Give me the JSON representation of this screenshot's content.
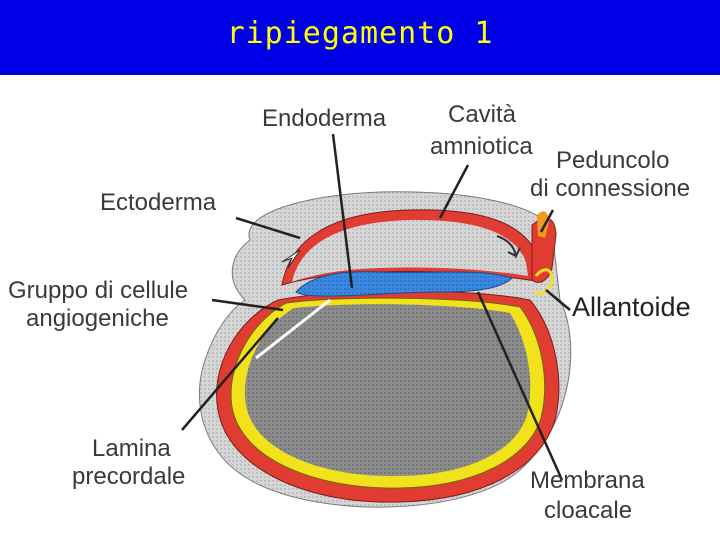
{
  "title": "ripiegamento 1",
  "labels": {
    "endoderma": "Endoderma",
    "cavita_1": "Cavità",
    "cavita_2": "amniotica",
    "peduncolo_1": "Peduncolo",
    "peduncolo_2": "di connessione",
    "ectoderma": "Ectoderma",
    "gruppo_1": "Gruppo di cellule",
    "gruppo_2": "angiogeniche",
    "allantoide": "Allantoide",
    "lamina_1": "Lamina",
    "lamina_2": "precordale",
    "membrana_1": "Membrana",
    "membrana_2": "cloacale"
  },
  "colors": {
    "title_bg": "#0000e8",
    "title_text": "#ffff00",
    "ectoderm_red": "#e03c32",
    "amnion_gray": "#c8c8c8",
    "yolk_gray": "#8a8a8a",
    "endoderm_yellow": "#f2e21c",
    "mesoderm_blue": "#2f7fd8"
  }
}
